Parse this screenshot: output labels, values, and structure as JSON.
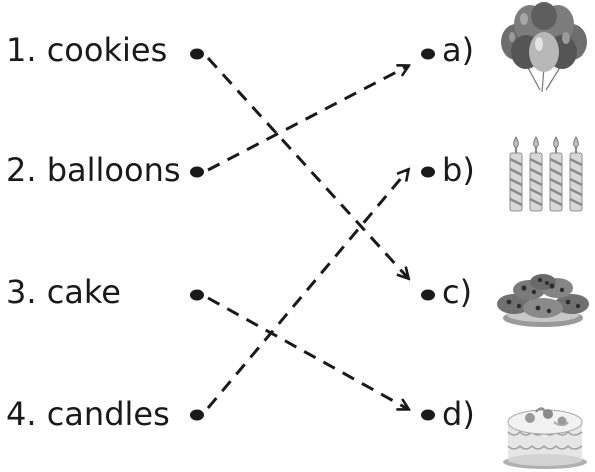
{
  "words": [
    {
      "num": "1.",
      "text": "cookies"
    },
    {
      "num": "2.",
      "text": "balloons"
    },
    {
      "num": "3.",
      "text": "cake"
    },
    {
      "num": "4.",
      "text": "candles"
    }
  ],
  "options": [
    {
      "letter": "a)",
      "icon": "balloons-icon"
    },
    {
      "letter": "b)",
      "icon": "candles-icon"
    },
    {
      "letter": "c)",
      "icon": "cookies-icon"
    },
    {
      "letter": "d)",
      "icon": "cake-icon"
    }
  ],
  "matches": [
    {
      "word": "cookies",
      "option": "c)"
    },
    {
      "word": "balloons",
      "option": "a)"
    },
    {
      "word": "cake",
      "option": "d)"
    },
    {
      "word": "candles",
      "option": "b)"
    }
  ],
  "colors": {
    "ink": "#1a1a1a",
    "picture_grey": "#8a8a8a"
  }
}
